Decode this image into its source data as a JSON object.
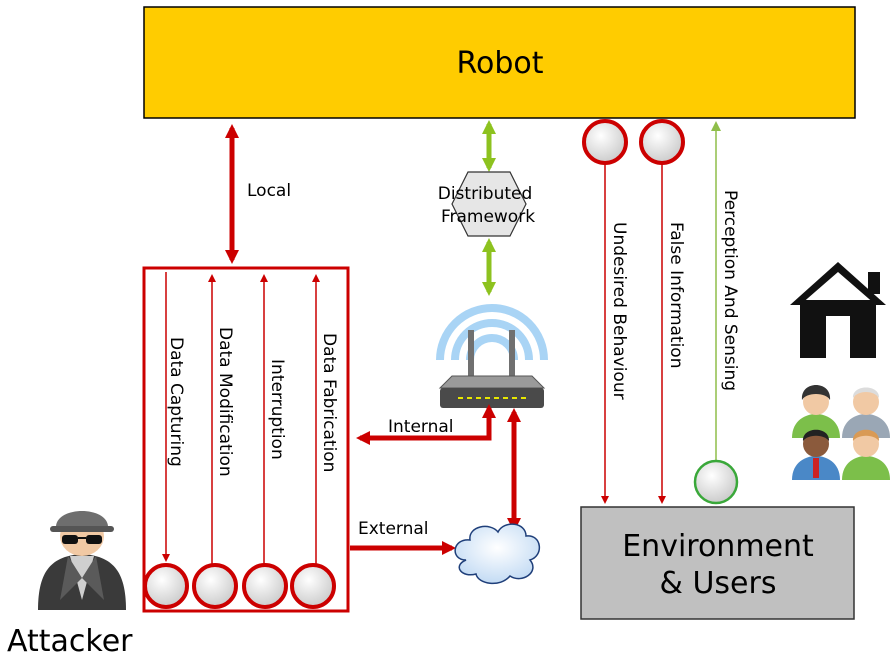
{
  "robot": {
    "label": "Robot"
  },
  "environment": {
    "line1": "Environment",
    "line2": "& Users"
  },
  "attacker": {
    "label": "Attacker"
  },
  "links": {
    "local": "Local",
    "internal": "Internal",
    "external": "External"
  },
  "distributed_framework": {
    "line1": "Distributed",
    "line2": "Framework"
  },
  "attack_types": [
    "Data Capturing",
    "Data Modification",
    "Interruption",
    "Data Fabrication"
  ],
  "robot_environment_flows": [
    "Undesired Behaviour",
    "False Information",
    "Perception And Sensing"
  ],
  "colors": {
    "robot_fill": "#ffcc00",
    "environment_fill": "#c0c0c0",
    "attack_red": "#cc0000",
    "link_green": "#8dc21f",
    "sensing_green": "#8fbe4a"
  },
  "icons": [
    "house-icon",
    "users-icon",
    "router-icon",
    "cloud-icon",
    "attacker-icon",
    "hexagon-icon"
  ]
}
